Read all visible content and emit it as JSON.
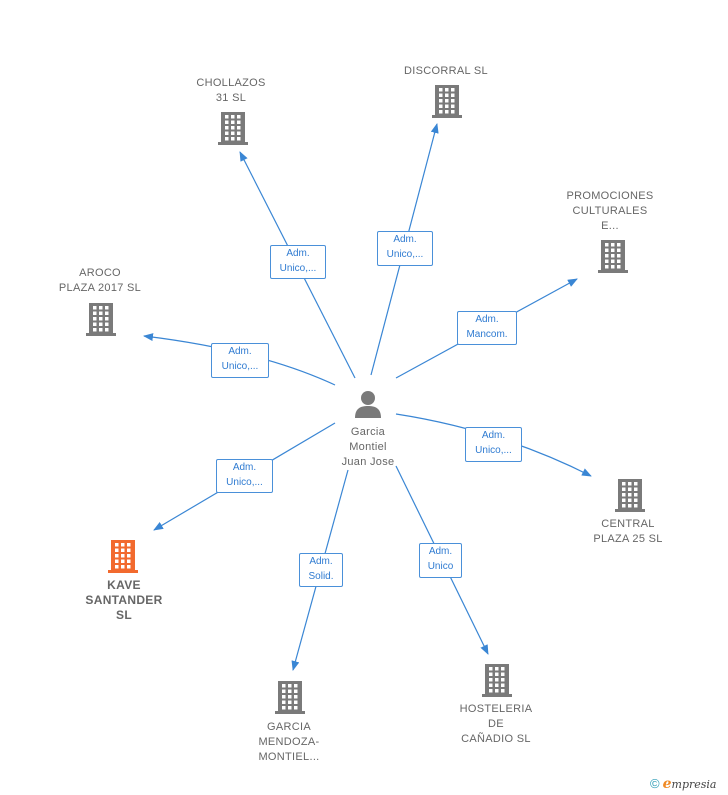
{
  "center": {
    "name_lines": [
      "Garcia",
      "Montiel",
      "Juan Jose"
    ],
    "icon": "person-icon"
  },
  "colors": {
    "edge": "#3a86d4",
    "building": "#7a7a7a",
    "building_highlight": "#f26a2e"
  },
  "companies": [
    {
      "id": "chollazos",
      "name_lines": [
        "CHOLLAZOS",
        "31  SL"
      ],
      "role_lines": [
        "Adm.",
        "Unico,..."
      ],
      "highlight": false
    },
    {
      "id": "discorral",
      "name_lines": [
        "DISCORRAL SL"
      ],
      "role_lines": [
        "Adm.",
        "Unico,..."
      ],
      "highlight": false
    },
    {
      "id": "promociones",
      "name_lines": [
        "PROMOCIONES",
        "CULTURALES",
        "E..."
      ],
      "role_lines": [
        "Adm.",
        "Mancom."
      ],
      "highlight": false
    },
    {
      "id": "aroco",
      "name_lines": [
        "AROCO",
        "PLAZA 2017  SL"
      ],
      "role_lines": [
        "Adm.",
        "Unico,..."
      ],
      "highlight": false
    },
    {
      "id": "central",
      "name_lines": [
        "CENTRAL",
        "PLAZA 25  SL"
      ],
      "role_lines": [
        "Adm.",
        "Unico,..."
      ],
      "highlight": false
    },
    {
      "id": "kave",
      "name_lines": [
        "KAVE",
        "SANTANDER",
        "SL"
      ],
      "role_lines": [
        "Adm.",
        "Unico,..."
      ],
      "highlight": true
    },
    {
      "id": "garcia-mendoza",
      "name_lines": [
        "GARCIA",
        "MENDOZA-",
        "MONTIEL..."
      ],
      "role_lines": [
        "Adm.",
        "Solid."
      ],
      "highlight": false
    },
    {
      "id": "hosteleria",
      "name_lines": [
        "HOSTELERIA",
        "DE",
        "CAÑADIO SL"
      ],
      "role_lines": [
        "Adm.",
        "Unico"
      ],
      "highlight": false
    }
  ],
  "footer": {
    "copyright_symbol": "©",
    "brand_initial": "e",
    "brand_rest": "mpresia"
  }
}
